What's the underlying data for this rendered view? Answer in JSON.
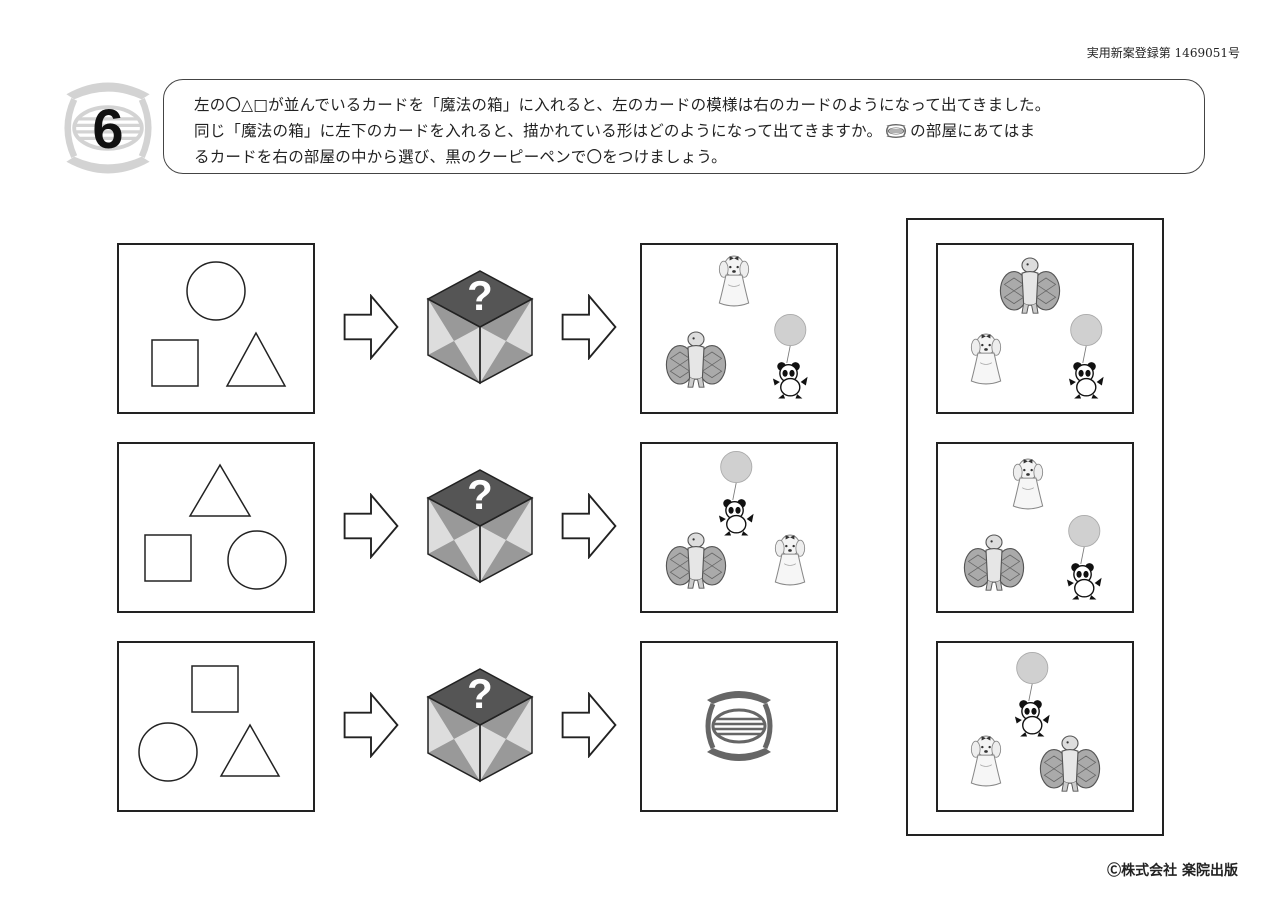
{
  "header": {
    "patent": "実用新案登録第 1469051号",
    "question_number": "6"
  },
  "instruction": {
    "line1": "左の〇△□が並んでいるカードを「魔法の箱」に入れると、左のカードの模様は右のカードのようになって出てきました。",
    "line2a": "同じ「魔法の箱」に左下のカードを入れると、描かれている形はどのようになって出てきますか。",
    "line2b": "の部屋にあてはま",
    "line3": "るカードを右の部屋の中から選び、黒のクーピーペンで〇をつけましょう。",
    "icon": "room-symbol-icon"
  },
  "box_mark": "?",
  "footer": {
    "copyright": "Ⓒ株式会社 楽院出版"
  },
  "rows": [
    {
      "input": [
        "circle",
        "square",
        "triangle"
      ],
      "output": [
        "dog",
        "turtle",
        "panda-balloon"
      ]
    },
    {
      "input": [
        "triangle",
        "square",
        "circle"
      ],
      "output": [
        "panda-balloon",
        "turtle",
        "dog"
      ]
    },
    {
      "input": [
        "square",
        "circle",
        "triangle"
      ],
      "output": [
        "room-symbol-icon"
      ]
    }
  ],
  "choices": [
    {
      "items": [
        "turtle",
        "dog",
        "panda-balloon"
      ]
    },
    {
      "items": [
        "dog",
        "turtle",
        "panda-balloon"
      ]
    },
    {
      "items": [
        "panda-balloon",
        "dog",
        "turtle"
      ]
    }
  ],
  "colors": {
    "border": "#222222",
    "cube_top": "#555555",
    "cube_light": "#dddddd",
    "cube_mid": "#999999",
    "balloon": "#d0d0d0"
  }
}
